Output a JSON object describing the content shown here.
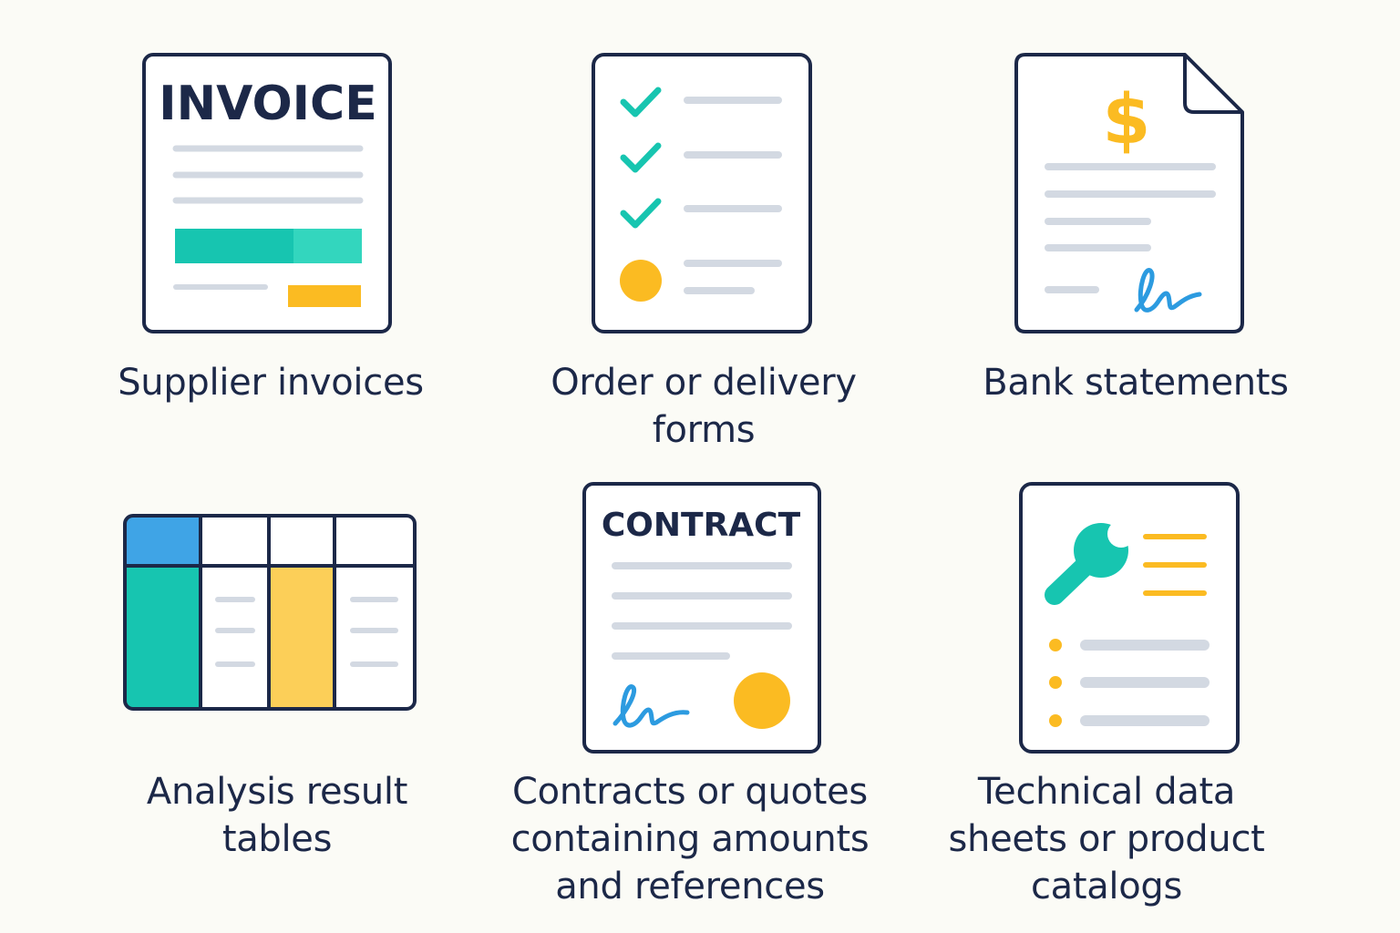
{
  "colors": {
    "background": "#fbfbf6",
    "outline": "#1c2848",
    "line": "#d3d9e2",
    "teal": "#17c5b0",
    "teal_light": "#33d6be",
    "yellow": "#fbbb22",
    "yellow_light": "#fccf58",
    "blue": "#3fa4e6",
    "signature": "#2c9be0"
  },
  "items": [
    {
      "icon": "invoice-document-icon",
      "doc_title": "INVOICE",
      "label_lines": [
        "Supplier invoices"
      ]
    },
    {
      "icon": "checklist-form-icon",
      "label_lines": [
        "Order or delivery",
        "forms"
      ]
    },
    {
      "icon": "bank-statement-icon",
      "symbol": "$",
      "label_lines": [
        "Bank statements"
      ]
    },
    {
      "icon": "data-table-icon",
      "label_lines": [
        "Analysis result",
        "tables"
      ]
    },
    {
      "icon": "contract-document-icon",
      "doc_title": "CONTRACT",
      "label_lines": [
        "Contracts or quotes",
        "containing amounts",
        "and references"
      ]
    },
    {
      "icon": "technical-sheet-icon",
      "label_lines": [
        "Technical data",
        "sheets or product",
        "catalogs"
      ]
    }
  ]
}
